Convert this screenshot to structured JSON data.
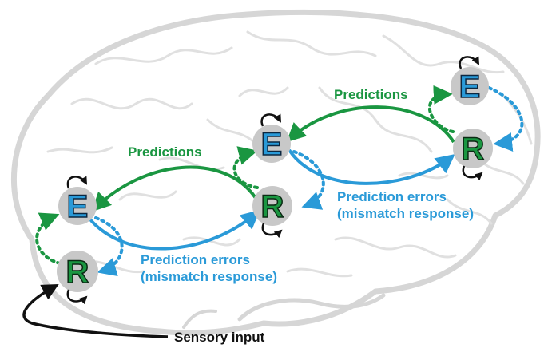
{
  "labels": {
    "predictions_top": "Predictions",
    "predictions_left": "Predictions",
    "errors_mid_line1": "Prediction errors",
    "errors_mid_line2": "(mismatch response)",
    "errors_low_line1": "Prediction errors",
    "errors_low_line2": "(mismatch response)",
    "sensory_input": "Sensory input"
  },
  "nodes": {
    "l1_r": "R",
    "l1_e": "E",
    "l2_r": "R",
    "l2_e": "E",
    "l3_r": "R",
    "l3_e": "E"
  },
  "colors": {
    "prediction": "#1a9641",
    "error": "#2a9ad8",
    "node_fill": "#c8c8c8",
    "brain_outline": "#d6d6d6",
    "arrow_black": "#111111"
  }
}
